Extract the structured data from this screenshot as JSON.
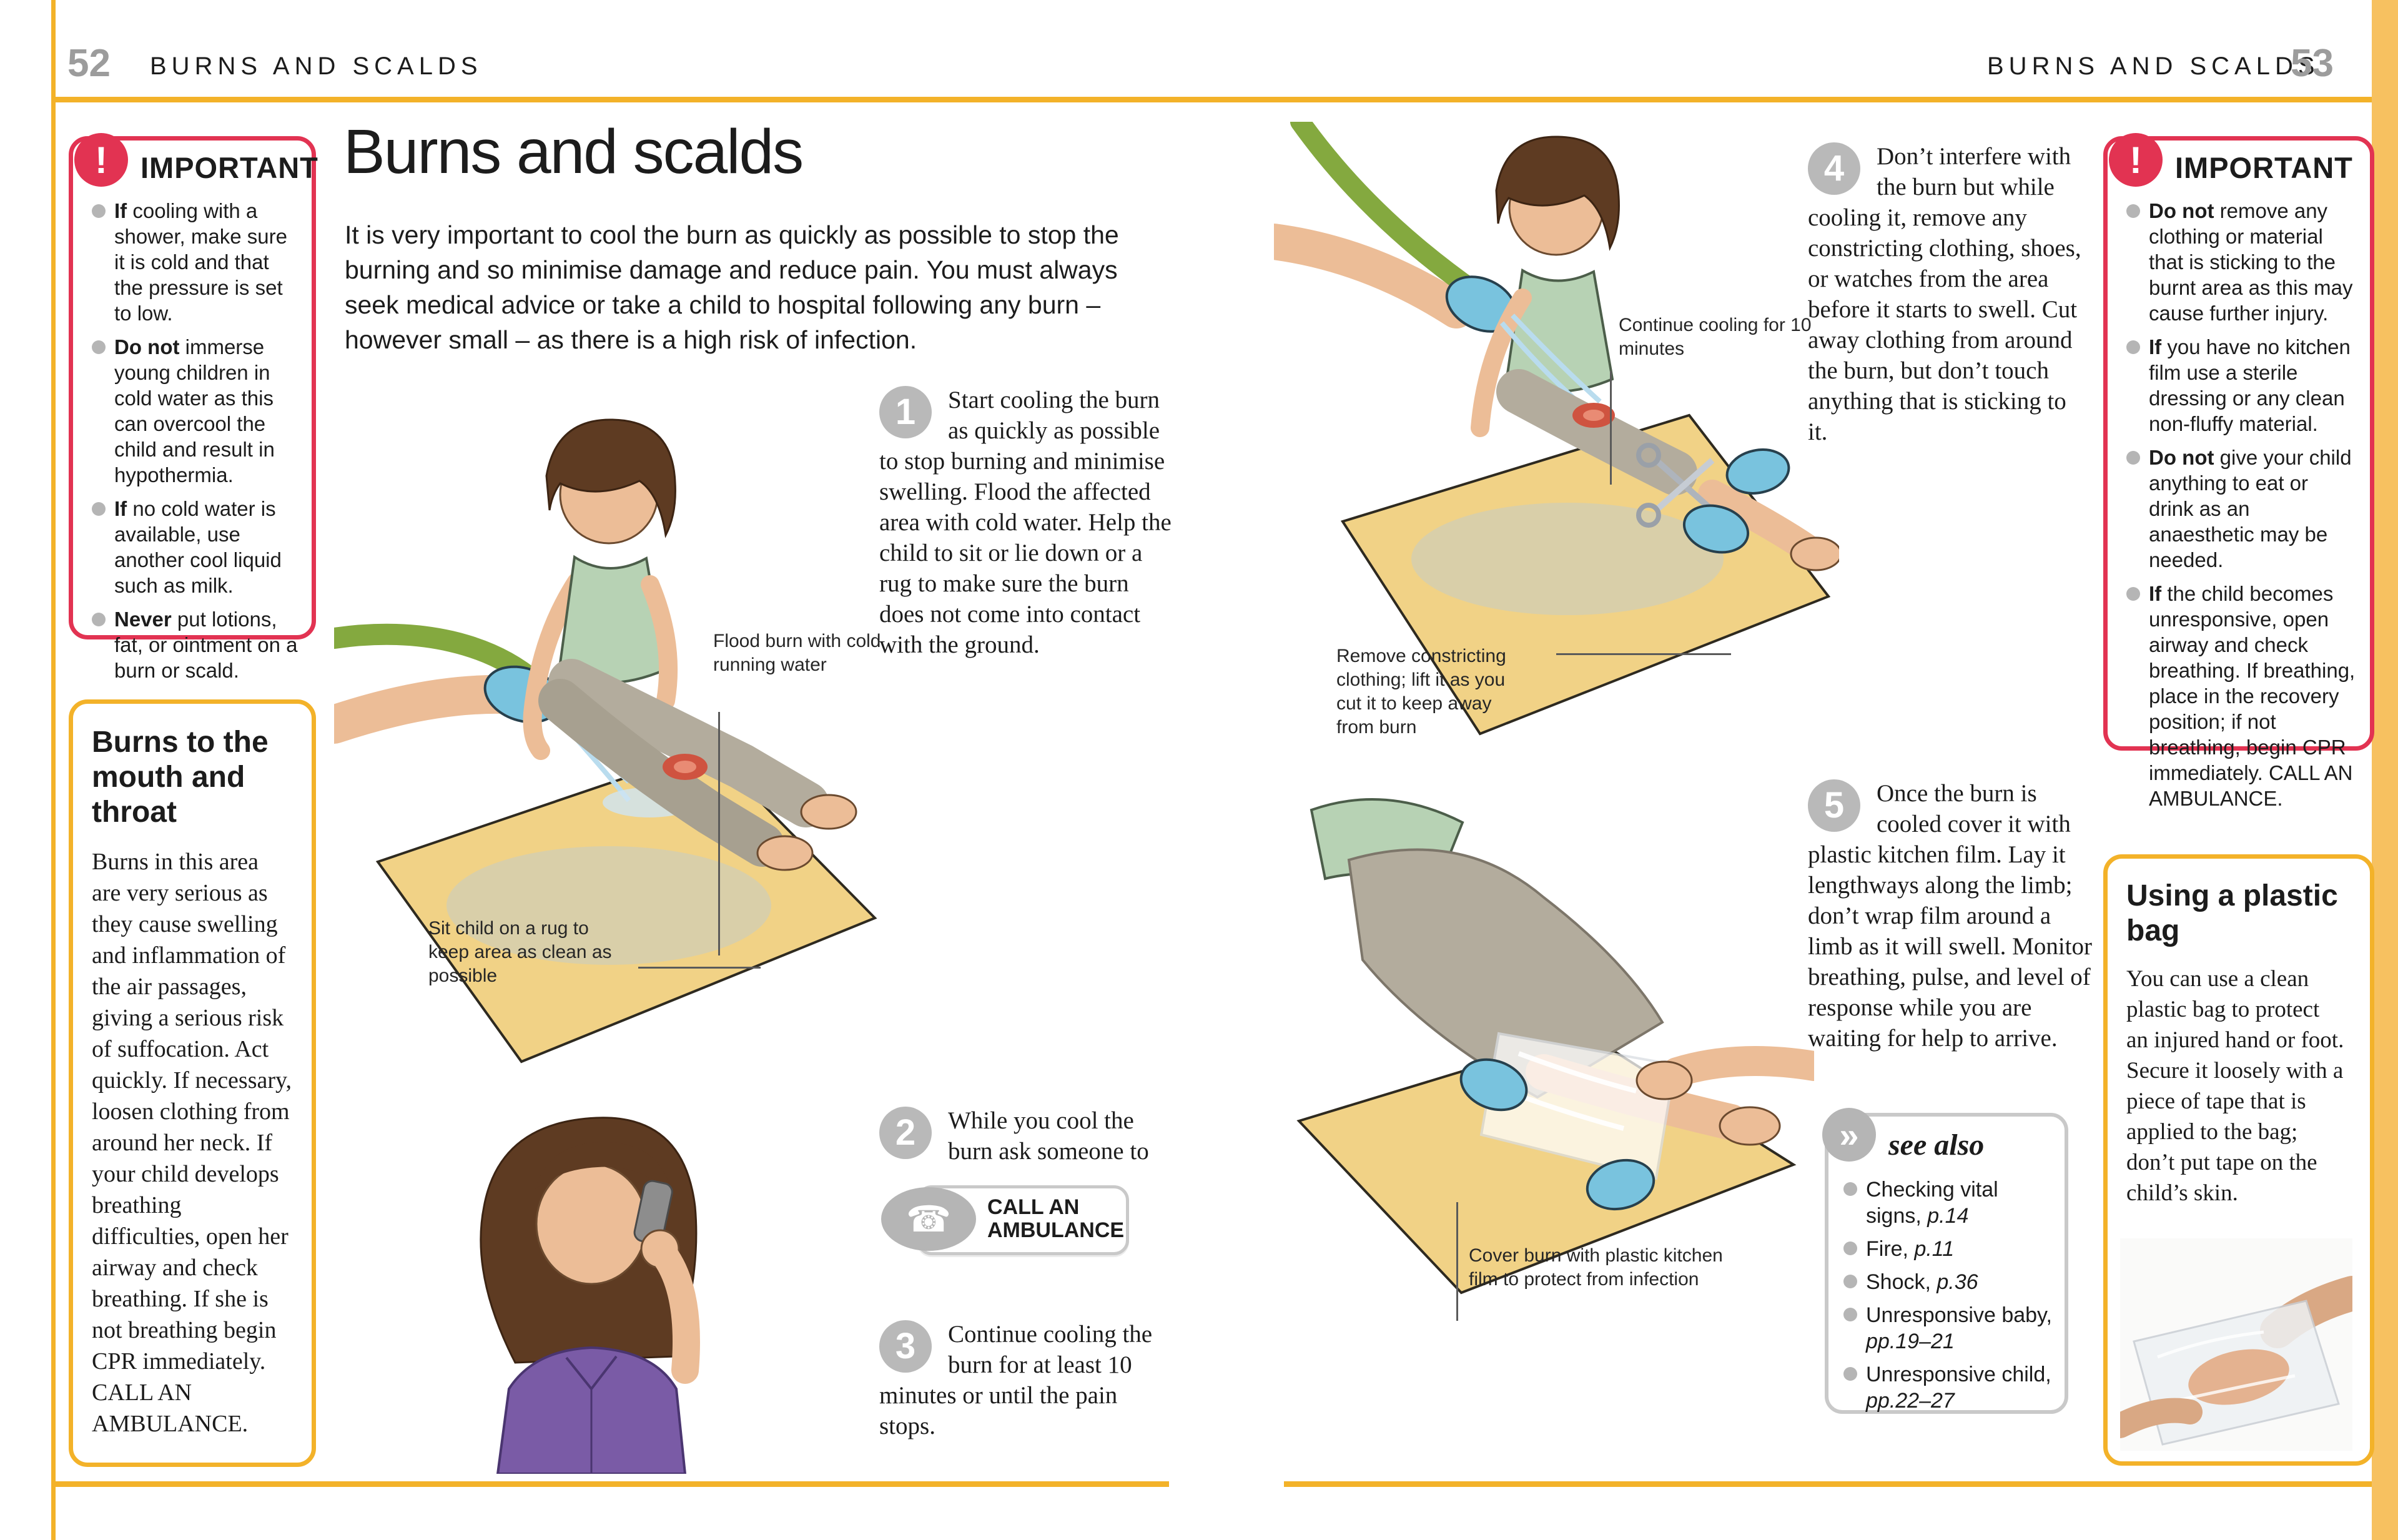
{
  "icons": {
    "important": "!",
    "phone": "☎",
    "see_also": "»"
  },
  "accent_colors": {
    "rule_yellow": "#f3b229",
    "edge_orange": "#f7c160",
    "warning_red": "#e23352",
    "badge_gray": "#b9b9b9"
  },
  "page_left": {
    "page_number": "52",
    "header": "BURNS AND SCALDS",
    "important": {
      "title": "IMPORTANT",
      "bullets": [
        {
          "lead": "If",
          "text": " cooling with a shower, make sure it is cold and that the pressure is set to low."
        },
        {
          "lead": "Do not",
          "text": " immerse young children in cold water as this can overcool the child and result in hypothermia."
        },
        {
          "lead": "If",
          "text": " no cold water is available, use another cool liquid such as milk."
        },
        {
          "lead": "Never",
          "text": " put lotions, fat, or ointment on a burn or scald."
        }
      ]
    },
    "mouth_throat": {
      "title": "Burns to the mouth and throat",
      "body": "Burns in this area are very serious as they cause swelling and inflammation of the air passages, giving a serious risk of suffocation. Act quickly. If necessary, loosen clothing from around her neck. If your child develops breathing difficulties, open her airway and check breathing. If she is not breathing begin CPR immediately. CALL AN AMBULANCE."
    },
    "title": "Burns and scalds",
    "intro": "It is very important to cool the burn as quickly as possible to stop the burning and so minimise damage and reduce pain. You must always seek medical advice or take a child to hospital following any burn – however small – as there is a high risk of infection.",
    "step1": {
      "num": "1",
      "text": "Start cooling the burn as quickly as possible to stop burning and minimise swelling. Flood the affected area with cold water. Help the child to sit or lie down or a rug to make sure the burn does not come into contact with the ground."
    },
    "step2": {
      "num": "2",
      "text": "While you cool the burn ask someone to"
    },
    "step3": {
      "num": "3",
      "text": "Continue cooling the burn for at least 10 minutes or until the pain stops."
    },
    "ambulance_button": {
      "line1": "CALL AN",
      "line2": "AMBULANCE"
    },
    "labels": {
      "flood": "Flood burn with cold running water",
      "rug": "Sit child on a rug to keep area as clean as possible"
    }
  },
  "page_right": {
    "page_number": "53",
    "header": "BURNS AND SCALDS",
    "step4": {
      "num": "4",
      "text": "Don’t interfere with the burn but while cooling it, remove any constricting clothing, shoes, or watches from the area before it starts to swell. Cut away clothing from around the burn, but don’t touch anything that is sticking to it."
    },
    "step5": {
      "num": "5",
      "text": "Once the burn is cooled cover it with plastic kitchen film. Lay it lengthways along the limb; don’t wrap film around a limb as it will swell. Monitor breathing, pulse, and level of response while you are waiting for help to arrive."
    },
    "labels": {
      "continue_cooling": "Continue cooling for 10 minutes",
      "remove_clothing": "Remove constricting clothing; lift it as you cut it to keep away from burn",
      "cover_burn": "Cover burn with plastic kitchen film to protect from infection"
    },
    "important": {
      "title": "IMPORTANT",
      "bullets": [
        {
          "lead": "Do not",
          "text": " remove any clothing or material that is sticking to the burnt area as this may cause further injury."
        },
        {
          "lead": "If",
          "text": " you have no kitchen film use a sterile dressing or any clean non-fluffy material."
        },
        {
          "lead": "Do not",
          "text": " give your child anything to eat or drink as an anaesthetic may be needed."
        },
        {
          "lead": "If",
          "text": " the child becomes unresponsive, open airway and check breathing. If breathing, place in the recovery position; if not breathing, begin CPR immediately. CALL AN AMBULANCE."
        }
      ]
    },
    "see_also": {
      "title": "see also",
      "items": [
        {
          "text": "Checking vital signs, ",
          "ref": "p.14"
        },
        {
          "text": "Fire, ",
          "ref": "p.11"
        },
        {
          "text": "Shock, ",
          "ref": "p.36"
        },
        {
          "text": "Unresponsive baby, ",
          "ref": "pp.19–21"
        },
        {
          "text": "Unresponsive child, ",
          "ref": "pp.22–27"
        }
      ]
    },
    "plastic_bag": {
      "title": "Using a plastic bag",
      "body": "You can use a clean plastic bag to protect an injured hand or foot. Secure it loosely with a piece of tape that is applied to the bag; don’t put tape on the child’s skin."
    }
  }
}
